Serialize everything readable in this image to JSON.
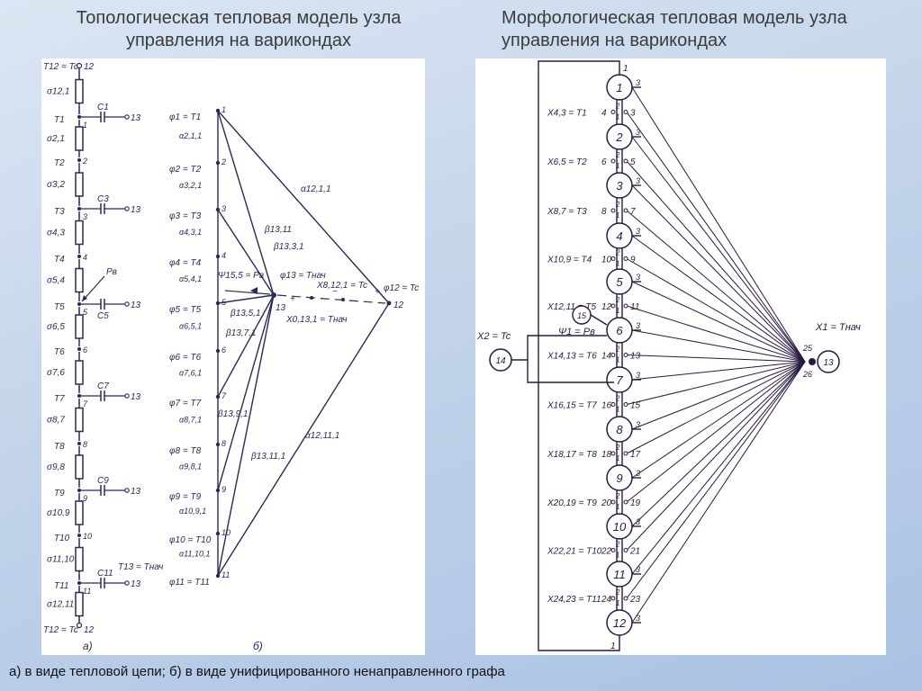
{
  "titles": {
    "left": "Топологическая тепловая модель узла управления на варикондах",
    "right": "Морфологическая  тепловая  модель узла управления на варикондах"
  },
  "caption": "а) в виде тепловой цепи; б) в виде унифицированного ненаправленного графа",
  "panel_a": {
    "label": "а)",
    "top_node": "T12 = Tc",
    "top_num": "12",
    "bottom_node": "T12 = Tc",
    "bottom_num": "12",
    "terminal": "13",
    "power_label": "Pв",
    "resistors": [
      "σ12,1",
      "σ2,1",
      "σ3,2",
      "σ4,3",
      "σ5,4",
      "σ6,5",
      "σ7,6",
      "σ8,7",
      "σ9,8",
      "σ10,9",
      "σ11,10",
      "σ12,11"
    ],
    "nodes": [
      {
        "t": "T1",
        "n": "1"
      },
      {
        "t": "T2",
        "n": "2"
      },
      {
        "t": "T3",
        "n": "3"
      },
      {
        "t": "T4",
        "n": "4"
      },
      {
        "t": "T5",
        "n": "5"
      },
      {
        "t": "T6",
        "n": "6"
      },
      {
        "t": "T7",
        "n": "7"
      },
      {
        "t": "T8",
        "n": "8"
      },
      {
        "t": "T9",
        "n": "9"
      },
      {
        "t": "T10",
        "n": "10"
      },
      {
        "t": "T11",
        "n": "11"
      }
    ],
    "capacitors": [
      {
        "label": "C1",
        "node": "1"
      },
      {
        "label": "C3",
        "node": "3"
      },
      {
        "label": "C5",
        "node": "5"
      },
      {
        "label": "C7",
        "node": "7"
      },
      {
        "label": "C9",
        "node": "9"
      },
      {
        "label": "C11",
        "node": "11"
      }
    ],
    "cap_extra_label": "T13 = Tнач"
  },
  "panel_b": {
    "label": "б)",
    "vertices": [
      {
        "phi": "φ1 = T1",
        "n": "1"
      },
      {
        "phi": "φ2 = T2",
        "n": "2"
      },
      {
        "phi": "φ3 = T3",
        "n": "3"
      },
      {
        "phi": "φ4 = T4",
        "n": "4"
      },
      {
        "phi": "φ5 = T5",
        "n": "5"
      },
      {
        "phi": "φ6 = T6",
        "n": "6"
      },
      {
        "phi": "φ7 = T7",
        "n": "7"
      },
      {
        "phi": "φ8 = T8",
        "n": "8"
      },
      {
        "phi": "φ9 = T9",
        "n": "9"
      },
      {
        "phi": "φ10 = T10",
        "n": "10"
      },
      {
        "phi": "φ11 = T11",
        "n": "11"
      }
    ],
    "edge_labels": [
      "α2,1,1",
      "α3,2,1",
      "α4,3,1",
      "α5,4,1",
      "α6,5,1",
      "α7,6,1",
      "α8,7,1",
      "α9,8,1",
      "α10,9,1",
      "α11,10,1"
    ],
    "other_labels": {
      "a_12_1": "α12,1,1",
      "a_12_11": "α12,11,1",
      "b_13_11": "β13,11",
      "b_13_3": "β13,3,1",
      "b_13_5": "β13,5,1",
      "b_13_7": "β13,7,1",
      "b_13_9": "β13,9,1",
      "b_13_11_1": "β13,11,1",
      "psi": "Ψ15,5 = Pв",
      "phi13": "φ13 = Tнач",
      "x_8_12": "X8,12,1 = Tc",
      "x_0_13": "X0,13,1 = Tнач",
      "phi12": "φ12 = Tc",
      "node13": "13",
      "node12": "12"
    }
  },
  "panel_morph": {
    "top_edge": "1",
    "bottom_edge": "1",
    "nodes": [
      "1",
      "2",
      "3",
      "4",
      "5",
      "6",
      "7",
      "8",
      "9",
      "10",
      "11",
      "12"
    ],
    "edge_labels": [
      "X4,3 = T1",
      "X6,5 = T2",
      "X8,7 = T3",
      "X10,9 = T4",
      "X12,11 = T5",
      "X14,13 = T6",
      "X16,15 = T7",
      "X18,17 = T8",
      "X20,19 = T9",
      "X22,21 = T10",
      "X24,23 = T11"
    ],
    "link_nums": [
      [
        "4",
        "3"
      ],
      [
        "6",
        "5"
      ],
      [
        "8",
        "7"
      ],
      [
        "10",
        "9"
      ],
      [
        "12",
        "11"
      ],
      [
        "14",
        "13"
      ],
      [
        "16",
        "15"
      ],
      [
        "18",
        "17"
      ],
      [
        "20",
        "19"
      ],
      [
        "22",
        "21"
      ],
      [
        "24",
        "23"
      ]
    ],
    "source_left": {
      "label": "X2 = Tc",
      "node": "14"
    },
    "source_mid": {
      "label": "Ψ1 = Pв",
      "node": "15"
    },
    "source_right": {
      "label": "X1 = Tнач",
      "node": "13",
      "top": "25",
      "bottom": "26"
    },
    "port_label": "3"
  }
}
